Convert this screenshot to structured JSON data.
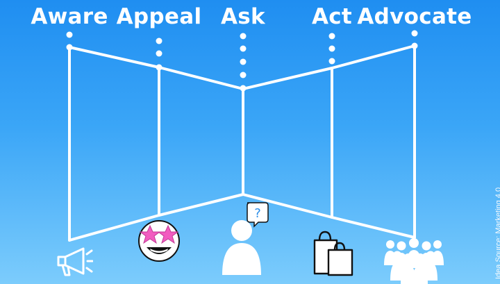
{
  "stages": [
    {
      "label": "Aware",
      "icon": "megaphone-icon"
    },
    {
      "label": "Appeal",
      "icon": "star-struck-emoji-icon"
    },
    {
      "label": "Ask",
      "icon": "person-question-icon"
    },
    {
      "label": "Act",
      "icon": "shopping-bags-icon"
    },
    {
      "label": "Advocate",
      "icon": "crowd-icon"
    }
  ],
  "source_note": "Idea Source: Marketing 4.0",
  "colors": {
    "background_top": "#1f8ef1",
    "background_bottom": "#7cccfc",
    "line": "#ffffff",
    "star": "#f25cc0",
    "emoji_face": "#ffffff",
    "icon_outline": "#111111"
  }
}
